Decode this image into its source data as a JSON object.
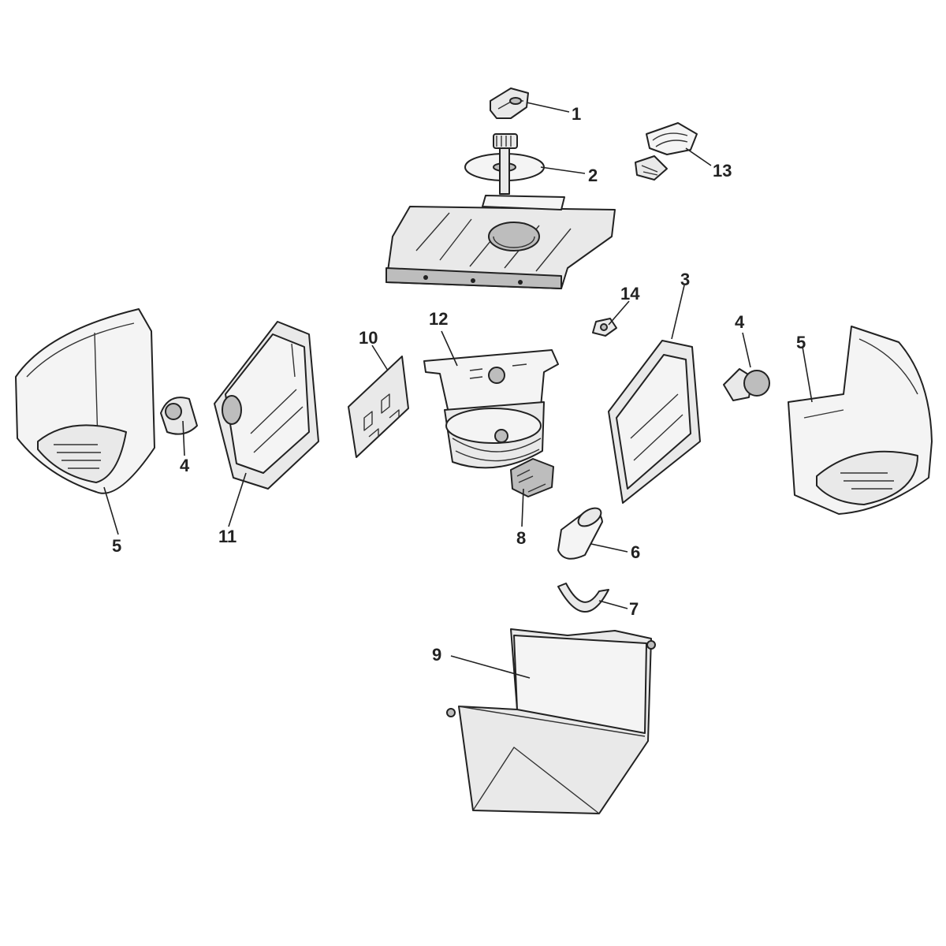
{
  "callouts": {
    "c1": "1",
    "c2": "2",
    "c3": "3",
    "c4_left": "4",
    "c4_right": "4",
    "c5_left": "5",
    "c5_right": "5",
    "c6": "6",
    "c7": "7",
    "c8": "8",
    "c9": "9",
    "c10": "10",
    "c11": "11",
    "c12": "12",
    "c13": "13",
    "c14": "14"
  }
}
